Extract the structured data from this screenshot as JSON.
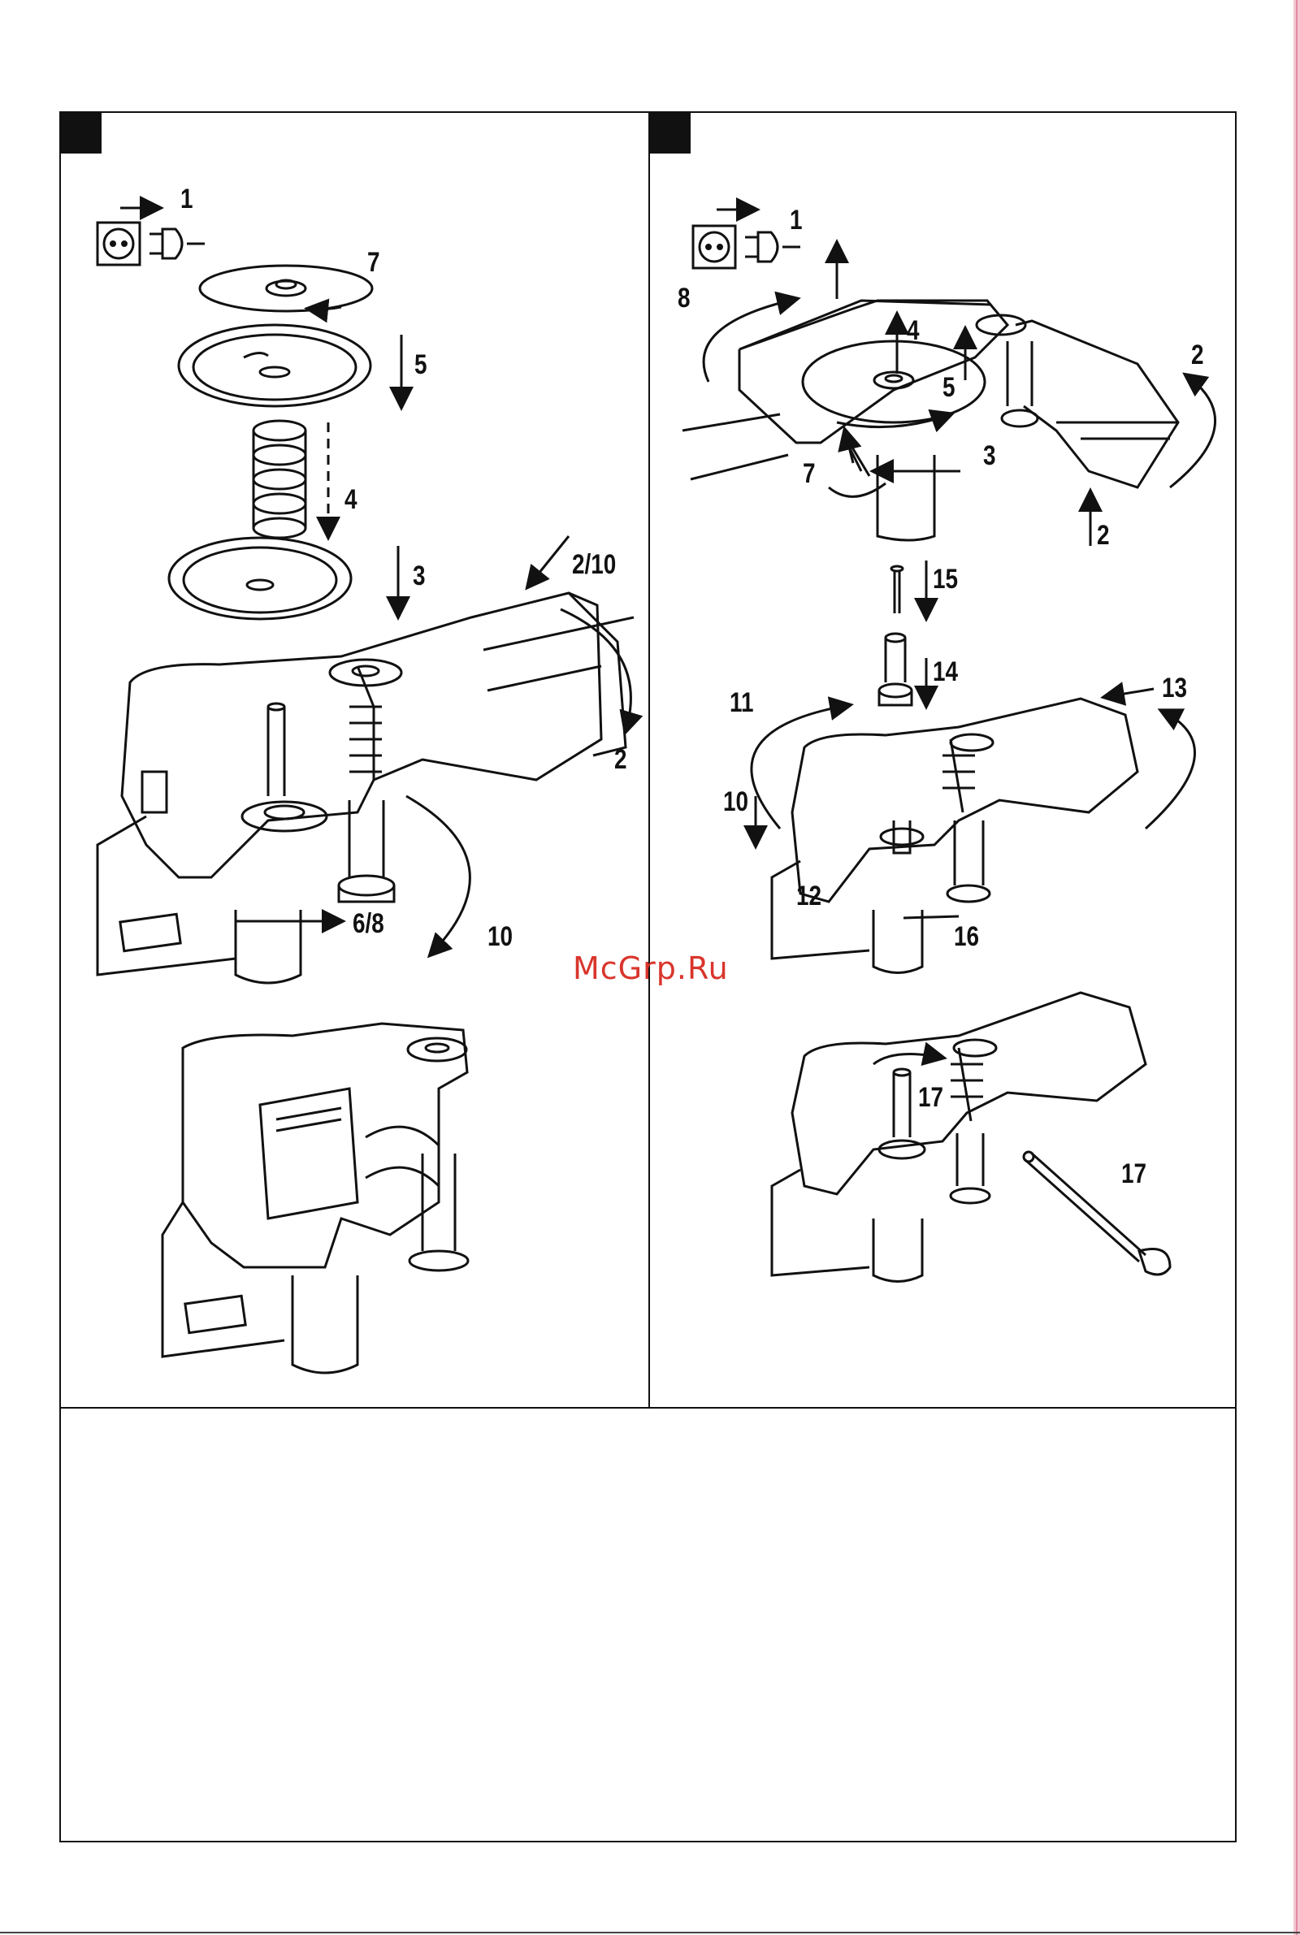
{
  "panel_left": {
    "labels": {
      "c1": "1",
      "c7": "7",
      "c5": "5",
      "c4": "4",
      "c3": "3",
      "c210": "2/10",
      "c2": "2",
      "c68": "6/8",
      "c10": "10"
    }
  },
  "panel_right": {
    "labels": {
      "c1": "1",
      "c8": "8",
      "c4": "4",
      "c5": "5",
      "c3": "3",
      "c7": "7",
      "c2a": "2",
      "c2b": "2",
      "c15": "15",
      "c14": "14",
      "c11": "11",
      "c13": "13",
      "c10": "10",
      "c12": "12",
      "c16": "16",
      "c17a": "17",
      "c17b": "17"
    }
  },
  "watermark": "McGrp.Ru",
  "icons": {
    "socket": "power-socket-icon",
    "plug": "power-plug-icon"
  },
  "colors": {
    "ink": "#111111",
    "watermark": "#d9352c"
  }
}
